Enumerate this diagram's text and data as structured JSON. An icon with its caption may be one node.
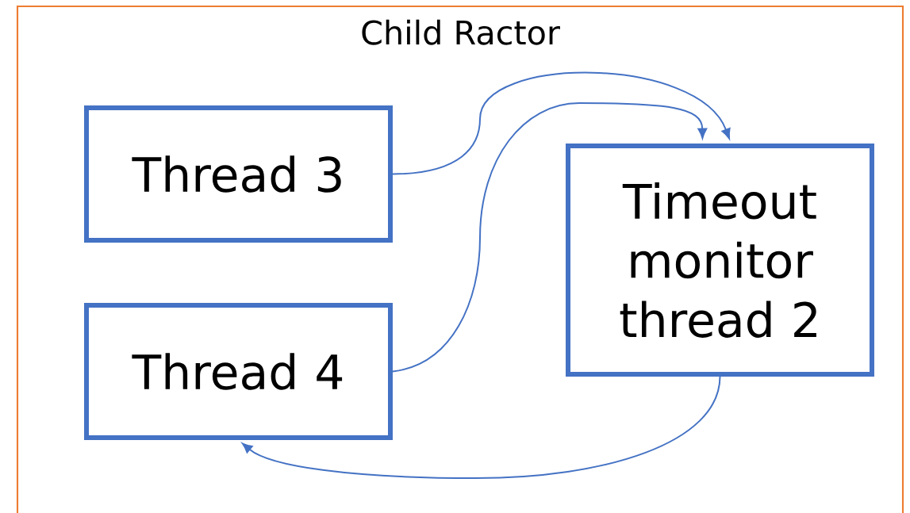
{
  "diagram": {
    "nodes": [
      {
        "text": [
          "Child Ractor"
        ]
      },
      {
        "text": [
          "Thread 3"
        ],
        "in": 0
      },
      {
        "text": [
          "Thread 4"
        ],
        "in": 0
      },
      {
        "text": [
          "Timeout monitor thread 2"
        ],
        "in": 0
      }
    ],
    "edges": [
      {
        "from": 1,
        "to": 3,
        "arrow": "to"
      },
      {
        "from": 2,
        "to": 3,
        "arrow": "to"
      },
      {
        "from": 3,
        "to": 2,
        "arrow": "to"
      }
    ]
  }
}
